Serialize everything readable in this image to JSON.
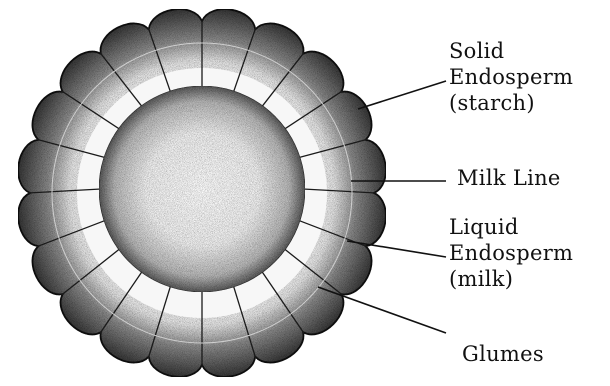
{
  "labels": {
    "solid_endosperm": [
      "Solid",
      "Endosperm",
      "(starch)"
    ],
    "milk_line": "Milk Line",
    "liquid_endosperm": [
      "Liquid",
      "Endosperm",
      "(milk)"
    ],
    "glumes": "Glumes"
  },
  "colors": {
    "ink": "#111111",
    "glume_dark": "#3a3a3a",
    "glume_mid": "#8a8a8a",
    "core_light": "#f4f4f4",
    "background": "#ffffff"
  }
}
